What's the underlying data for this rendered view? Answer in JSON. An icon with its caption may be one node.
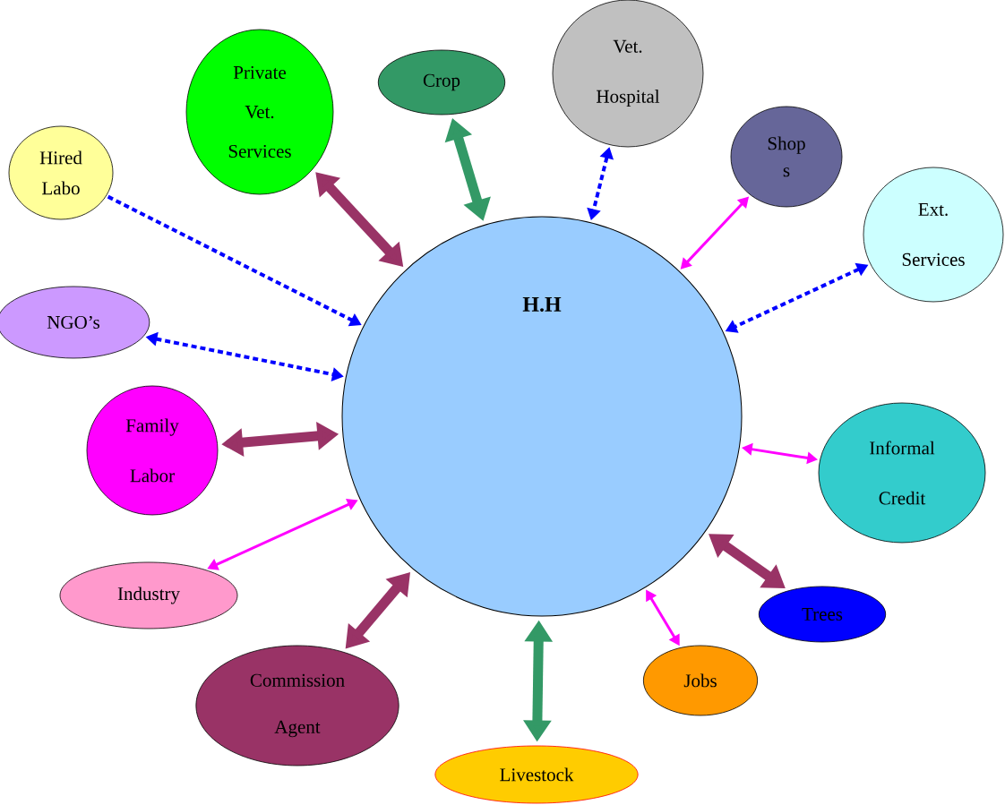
{
  "diagram": {
    "nodes": [
      {
        "text": [
          "H.H"
        ]
      },
      {
        "text": [
          "Hired Labo"
        ]
      },
      {
        "text": [
          "Private Vet. Services"
        ]
      },
      {
        "text": [
          "Crop"
        ]
      },
      {
        "text": [
          "Vet. Hospital"
        ]
      },
      {
        "text": [
          "Shop s"
        ]
      },
      {
        "text": [
          "Ext. Services"
        ]
      },
      {
        "text": [
          "NGO’s"
        ]
      },
      {
        "text": [
          "Family Labor"
        ]
      },
      {
        "text": [
          "Informal Credit"
        ]
      },
      {
        "text": [
          "Industry"
        ]
      },
      {
        "text": [
          "Trees"
        ]
      },
      {
        "text": [
          "Jobs"
        ]
      },
      {
        "text": [
          "Commission Agent"
        ]
      },
      {
        "text": [
          "Livestock"
        ]
      }
    ],
    "edges": [
      {
        "from": 1,
        "to": 0,
        "arrow": "to",
        "style": "dashed",
        "color": "#0000ff"
      },
      {
        "from": 2,
        "to": 0,
        "arrow": "both",
        "style": "thick",
        "color": "#993366"
      },
      {
        "from": 3,
        "to": 0,
        "arrow": "both",
        "style": "thick",
        "color": "#339966"
      },
      {
        "from": 4,
        "to": 0,
        "arrow": "both",
        "style": "dashed",
        "color": "#0000ff"
      },
      {
        "from": 5,
        "to": 0,
        "arrow": "both",
        "color": "#ff00ff"
      },
      {
        "from": 6,
        "to": 0,
        "arrow": "both",
        "style": "dashed",
        "color": "#0000ff"
      },
      {
        "from": 7,
        "to": 0,
        "arrow": "both",
        "style": "dashed",
        "color": "#0000ff"
      },
      {
        "from": 8,
        "to": 0,
        "arrow": "both",
        "style": "thick",
        "color": "#993366"
      },
      {
        "from": 9,
        "to": 0,
        "arrow": "both",
        "color": "#ff00ff"
      },
      {
        "from": 10,
        "to": 0,
        "arrow": "both",
        "color": "#ff00ff"
      },
      {
        "from": 11,
        "to": 0,
        "arrow": "both",
        "style": "thick",
        "color": "#993366"
      },
      {
        "from": 12,
        "to": 0,
        "arrow": "both",
        "color": "#ff00ff"
      },
      {
        "from": 13,
        "to": 0,
        "arrow": "both",
        "style": "thick",
        "color": "#993366"
      },
      {
        "from": 14,
        "to": 0,
        "arrow": "both",
        "style": "thick",
        "color": "#339966"
      }
    ]
  }
}
